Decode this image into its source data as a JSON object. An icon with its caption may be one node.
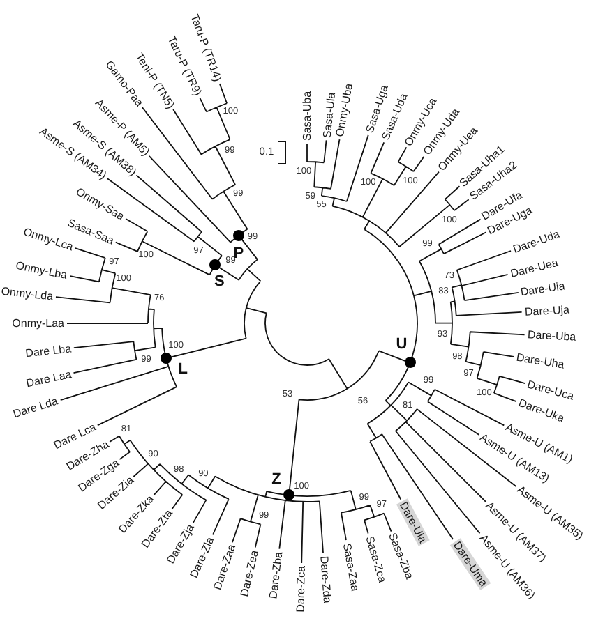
{
  "diagram": {
    "labels": [
      "Sasa-Uba",
      "Sasa-Ula",
      "Onmy-Uba",
      "Sasa-Uga",
      "Sasa-Uda",
      "Onmy-Uca",
      "Onmy-Uda",
      "Onmy-Uea",
      "Sasa-Uha1",
      "Sasa-Uha2",
      "Dare-Ufa",
      "Dare-Uga",
      "Dare-Uda",
      "Dare-Uea",
      "Dare-Uia",
      "Dare-Uja",
      "Dare-Uba",
      "Dare-Uha",
      "Dare-Uca",
      "Dare-Uka",
      "Asme-U (AM1)",
      "Asme-U (AM13)",
      "Asme-U (AM35)",
      "Asme-U (AM37)",
      "Asme-U (AM36)",
      "Dare-Uma",
      "Dare-Ula",
      "Sasa-Zba",
      "Sasa-Zca",
      "Sasa-Zaa",
      "Dare-Zda",
      "Dare-Zca",
      "Dare-Zba",
      "Dare-Zea",
      "Dare-Zaa",
      "Dare-Zla",
      "Dare-Zja",
      "Dare-Zta",
      "Dare-Zka",
      "Dare-Zia",
      "Dare-Zga",
      "Dare-Zha",
      "Dare Lca",
      "Dare Lda",
      "Dare Laa",
      "Dare Lba",
      "Onmy-Laa",
      "Onmy-Lda",
      "Onmy-Lba",
      "Onmy-Lca",
      "Sasa-Saa",
      "Onmy-Saa",
      "Asme-S (AM34)",
      "Asme-S (AM38)",
      "Asme-P (AM5)",
      "Gamo-Paa",
      "Teni-P (TN5)",
      "Taru-P (TR9)",
      "Taru-P (TR14)",
      "100",
      "99",
      "99",
      "99",
      "97",
      "100",
      "99",
      "97",
      "100",
      "76",
      "99",
      "100",
      "53",
      "56",
      "81",
      "90",
      "98",
      "90",
      "99",
      "100",
      "99",
      "97",
      "100",
      "59",
      "55",
      "100",
      "100",
      "100",
      "99",
      "73",
      "83",
      "93",
      "98",
      "97",
      "100",
      "99",
      "81",
      "P",
      "S",
      "L",
      "Z",
      "U",
      "0.1"
    ]
  }
}
